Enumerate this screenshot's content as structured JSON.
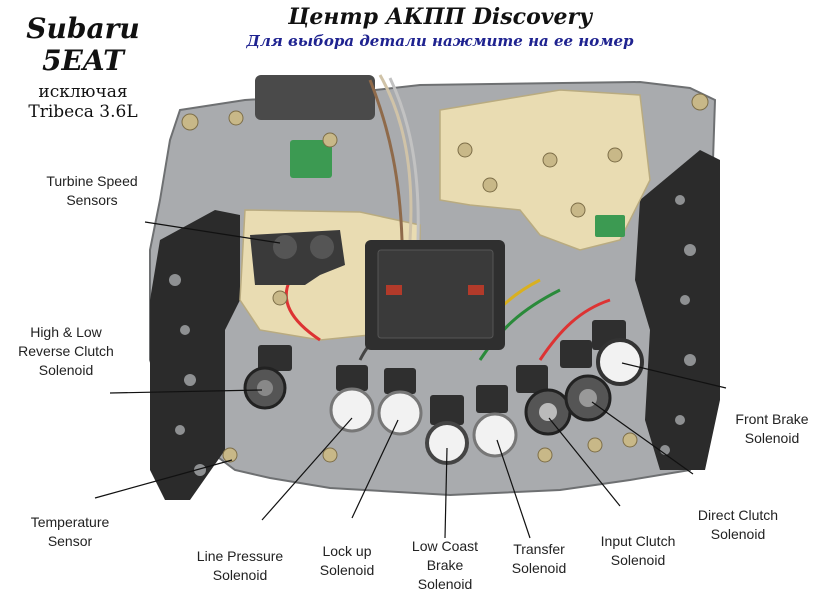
{
  "brand": {
    "line1": "Subaru",
    "line2": "5EAT",
    "line3": "исключая",
    "line4": "Tribeca 3.6L"
  },
  "header": {
    "title": "Центр АКПП Discovery",
    "subtitle": "Для выбора детали нажмите на ее номер"
  },
  "labels": {
    "turbine_speed": [
      "Turbine Speed",
      "Sensors"
    ],
    "high_low_reverse": [
      "High & Low",
      "Reverse Clutch",
      "Solenoid"
    ],
    "temperature": [
      "Temperature",
      "Sensor"
    ],
    "line_pressure": [
      "Line Pressure",
      "Solenoid"
    ],
    "lock_up": [
      "Lock up",
      "Solenoid"
    ],
    "low_coast_brake": [
      "Low Coast",
      "Brake",
      "Solenoid"
    ],
    "transfer": [
      "Transfer",
      "Solenoid"
    ],
    "input_clutch": [
      "Input Clutch",
      "Solenoid"
    ],
    "direct_clutch": [
      "Direct Clutch",
      "Solenoid"
    ],
    "front_brake": [
      "Front Brake",
      "Solenoid"
    ]
  },
  "colors": {
    "title_blue": "#1f2390",
    "frame_gray": "#a9abae",
    "gasket_black": "#2b2b2b",
    "plate_beige": "#e9dcb2",
    "connector_red": "#b23a2a",
    "solenoid_white": "#f2f2f2",
    "connector_green": "#3c9a52"
  }
}
